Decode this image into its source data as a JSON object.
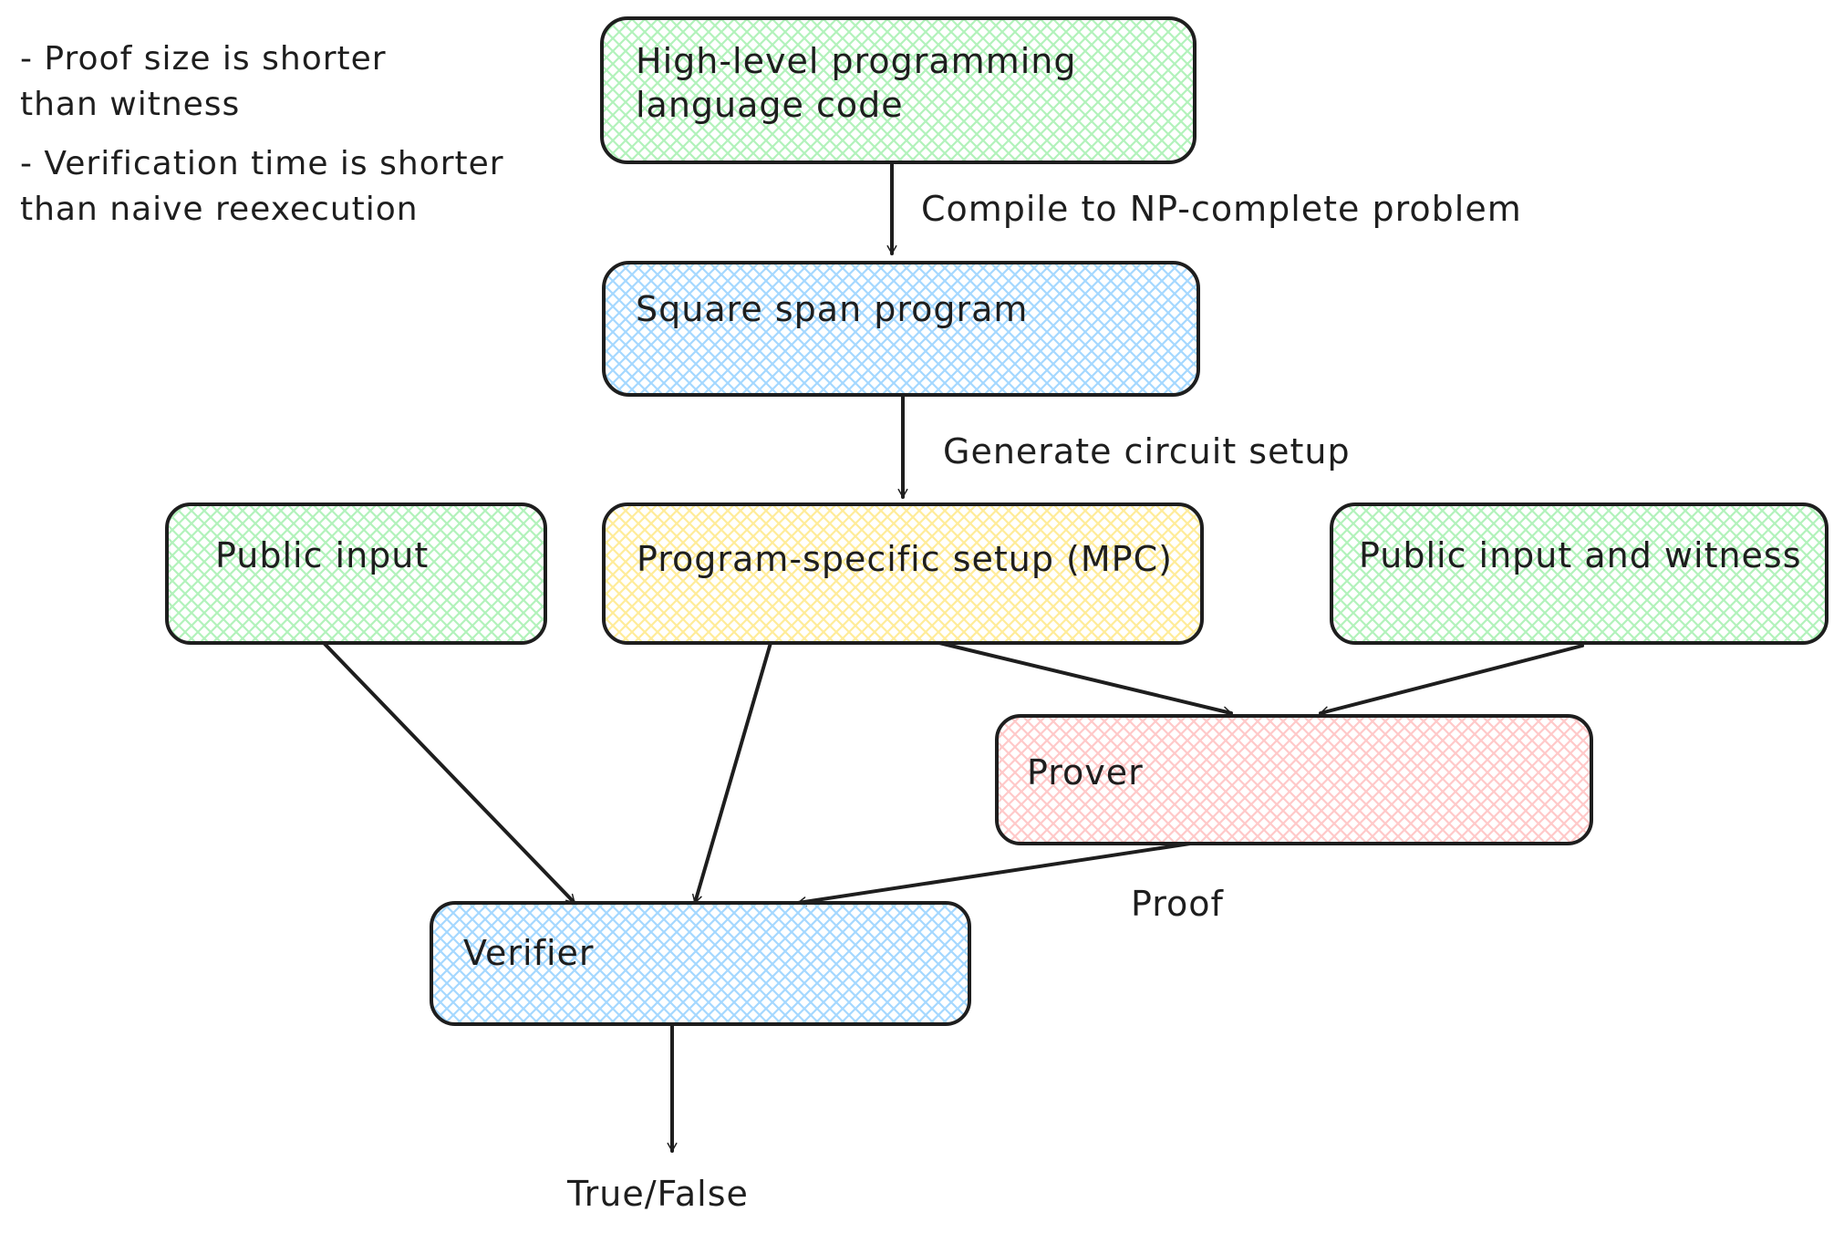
{
  "colors": {
    "green": "#b2f2bb",
    "blue": "#a5d8ff",
    "yellow": "#ffec99",
    "red": "#ffc9c9",
    "stroke": "#1e1e1e"
  },
  "notes": [
    "- Proof size is shorter",
    " than witness",
    "- Verification time is shorter",
    "than naive reexecution"
  ],
  "nodes": {
    "high_level_code": {
      "line1": "High-level programming",
      "line2": "language code",
      "fill": "green"
    },
    "square_span_program": {
      "label": "Square span program",
      "fill": "blue"
    },
    "program_specific_setup": {
      "label": "Program-specific setup (MPC)",
      "fill": "yellow"
    },
    "public_input": {
      "label": "Public input",
      "fill": "green"
    },
    "public_input_and_witness": {
      "label": "Public input and witness",
      "fill": "green"
    },
    "prover": {
      "label": "Prover",
      "fill": "red"
    },
    "verifier": {
      "label": "Verifier",
      "fill": "blue"
    }
  },
  "edges": {
    "compile": "Compile to NP-complete problem",
    "generate": "Generate circuit setup",
    "proof": "Proof"
  },
  "output": {
    "label": "True/False"
  }
}
